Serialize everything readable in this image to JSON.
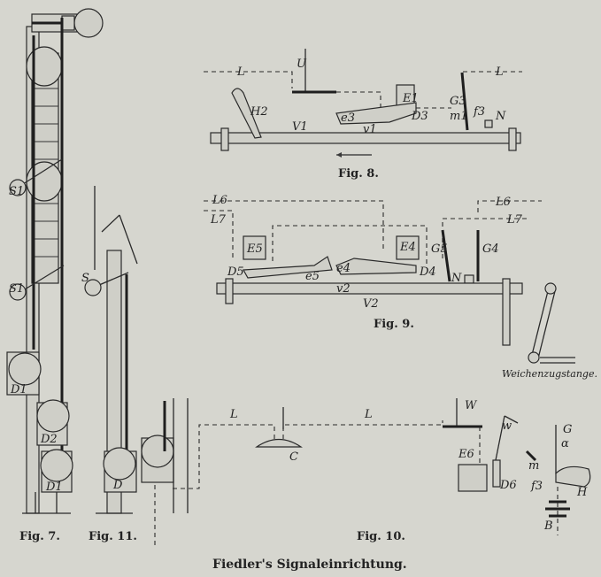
{
  "caption": "Fiedler's Signaleinrichtung.",
  "figures": {
    "fig7": "Fig. 7.",
    "fig8": "Fig. 8.",
    "fig9": "Fig. 9.",
    "fig10": "Fig. 10.",
    "fig11": "Fig. 11."
  },
  "fig7_labels": {
    "s1_top": "S1",
    "s1": "S1",
    "d1_top": "D1",
    "d2": "D2",
    "d1": "D1"
  },
  "fig11_labels": {
    "s": "S",
    "d": "D"
  },
  "fig8_labels": {
    "l_left": "L",
    "u": "U",
    "h2": "H2",
    "l_right": "L",
    "e1": "E1",
    "g3": "G3",
    "m1": "m1",
    "f3": "f3",
    "n": "N",
    "c3": "e3",
    "d3": "D3",
    "v1_big": "V1",
    "v1_small": "v1"
  },
  "fig9_labels": {
    "l6_left": "L6",
    "l7_left": "L7",
    "l6_right": "L6",
    "l7_right": "L7",
    "e5": "E5",
    "e4": "E4",
    "g5": "G5",
    "g4": "G4",
    "d5": "D5",
    "c5": "e5",
    "c4": "e4",
    "d4": "D4",
    "n": "N",
    "v2_small": "v2",
    "v2_big": "V2",
    "rod": "Weichenzugstange."
  },
  "fig10_labels": {
    "l_left": "L",
    "l_right": "L",
    "c": "C",
    "w_upper": "W",
    "w_lower": "w",
    "e6": "E6",
    "d6": "D6",
    "m": "m",
    "g": "G",
    "alpha": "α",
    "h": "H",
    "f3": "f3",
    "b": "B"
  }
}
